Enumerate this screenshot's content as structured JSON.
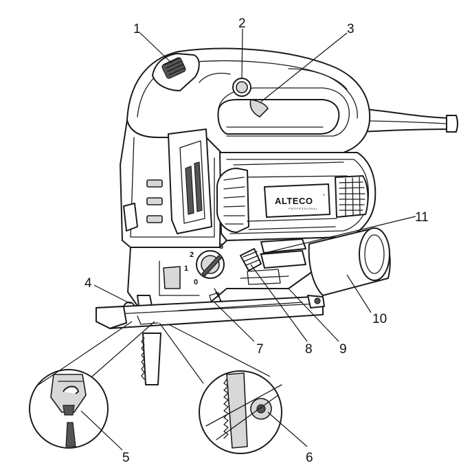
{
  "brand": {
    "logo_text": "ALTECO",
    "logo_registered": "®",
    "logo_subtext": "PROFESSIONAL"
  },
  "callouts": [
    "1",
    "2",
    "3",
    "4",
    "5",
    "6",
    "7",
    "8",
    "9",
    "10",
    "11"
  ],
  "speed_dial": {
    "marks": [
      "1",
      "2",
      "3",
      "0"
    ]
  },
  "colors": {
    "line": "#1a1a1a",
    "shade": "#d8d8d8",
    "background": "#ffffff"
  }
}
